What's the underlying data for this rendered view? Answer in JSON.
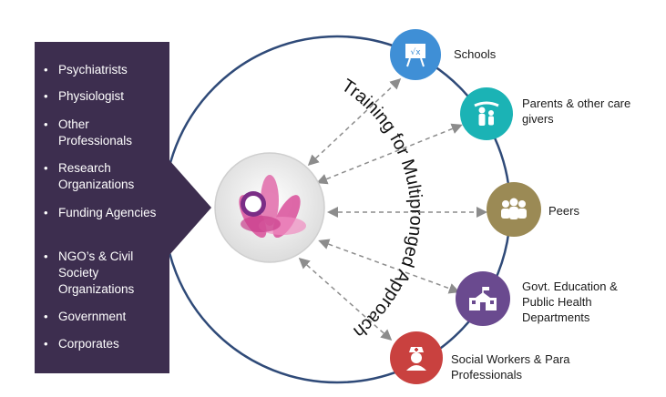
{
  "stakeholders": [
    "Psychiatrists",
    "Physiologist",
    "Other Professionals",
    "Research Organizations",
    "Funding Agencies",
    "NGO’s & Civil Society Organizations",
    "Government",
    "Corporates"
  ],
  "arc_text": "Training for Multipronged Approach",
  "targets": [
    {
      "label": "Schools",
      "icon": "chalkboard-icon",
      "color": "#3f8fd6"
    },
    {
      "label": "Parents & other care givers",
      "icon": "family-icon",
      "color": "#1bb3b5"
    },
    {
      "label": "Peers",
      "icon": "group-icon",
      "color": "#9b8a55"
    },
    {
      "label": "Govt. Education & Public Health Departments",
      "icon": "school-building-icon",
      "color": "#6a4a8f"
    },
    {
      "label": "Social Workers & Para Professionals",
      "icon": "nurse-icon",
      "color": "#c9413f"
    }
  ],
  "colors": {
    "panel": "#3d2e4f",
    "ring": "#2f4a78",
    "arrows": "#8c8c8c",
    "lotus": "#d94f9a"
  }
}
